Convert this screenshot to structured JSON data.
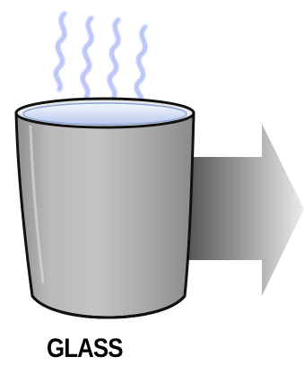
{
  "label": "GLASS",
  "colors": {
    "glass_body": "#a9a9a9",
    "glass_highlight": "#d0d0d0",
    "water_surface": "#cfdcf4",
    "steam": "#6f86f2",
    "arrow_dark": "#3a3a3a",
    "arrow_light": "#e6e6e6",
    "outline": "#111111"
  },
  "icons": {
    "steam": "steam-wavy-lines",
    "container": "glass-cup",
    "direction": "right-arrow"
  }
}
